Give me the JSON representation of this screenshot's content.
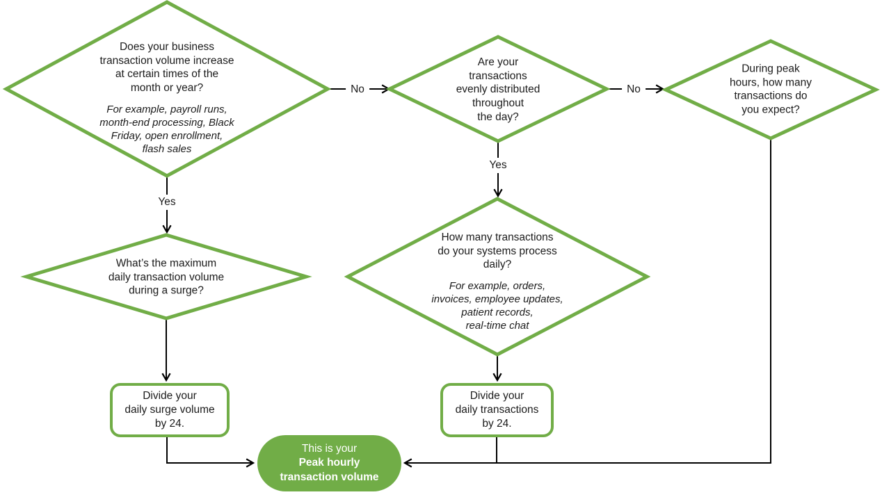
{
  "colors": {
    "accent_green": "#71ad47",
    "connector": "#000000",
    "text": "#1b1b1b",
    "result_text": "#ffffff"
  },
  "nodes": {
    "increase_question": {
      "text": "Does your business\ntransaction volume increase\nat certain times of the\nmonth or year?",
      "example": "For example, payroll runs,\nmonth-end processing, Black\nFriday, open enrollment,\nflash sales"
    },
    "evenly_distributed_question": {
      "text": "Are your\ntransactions\nevenly distributed\nthroughout\nthe day?"
    },
    "peak_hours_question": {
      "text": "During peak\nhours, how many\ntransactions do\nyou expect?"
    },
    "max_surge_question": {
      "text": "What’s the maximum\ndaily transaction volume\nduring a surge?"
    },
    "daily_volume_question": {
      "text": "How many transactions\ndo your systems process\ndaily?",
      "example": "For example, orders,\ninvoices, employee updates,\npatient records,\nreal-time chat"
    },
    "divide_surge_action": {
      "text": "Divide your\ndaily surge volume\nby 24."
    },
    "divide_daily_action": {
      "text": "Divide your\ndaily transactions\nby 24."
    },
    "result": {
      "intro": "This is your",
      "emphasis": "Peak hourly\ntransaction volume"
    }
  },
  "edge_labels": {
    "increase_no": "No",
    "increase_yes": "Yes",
    "evenly_no": "No",
    "evenly_yes": "Yes"
  }
}
